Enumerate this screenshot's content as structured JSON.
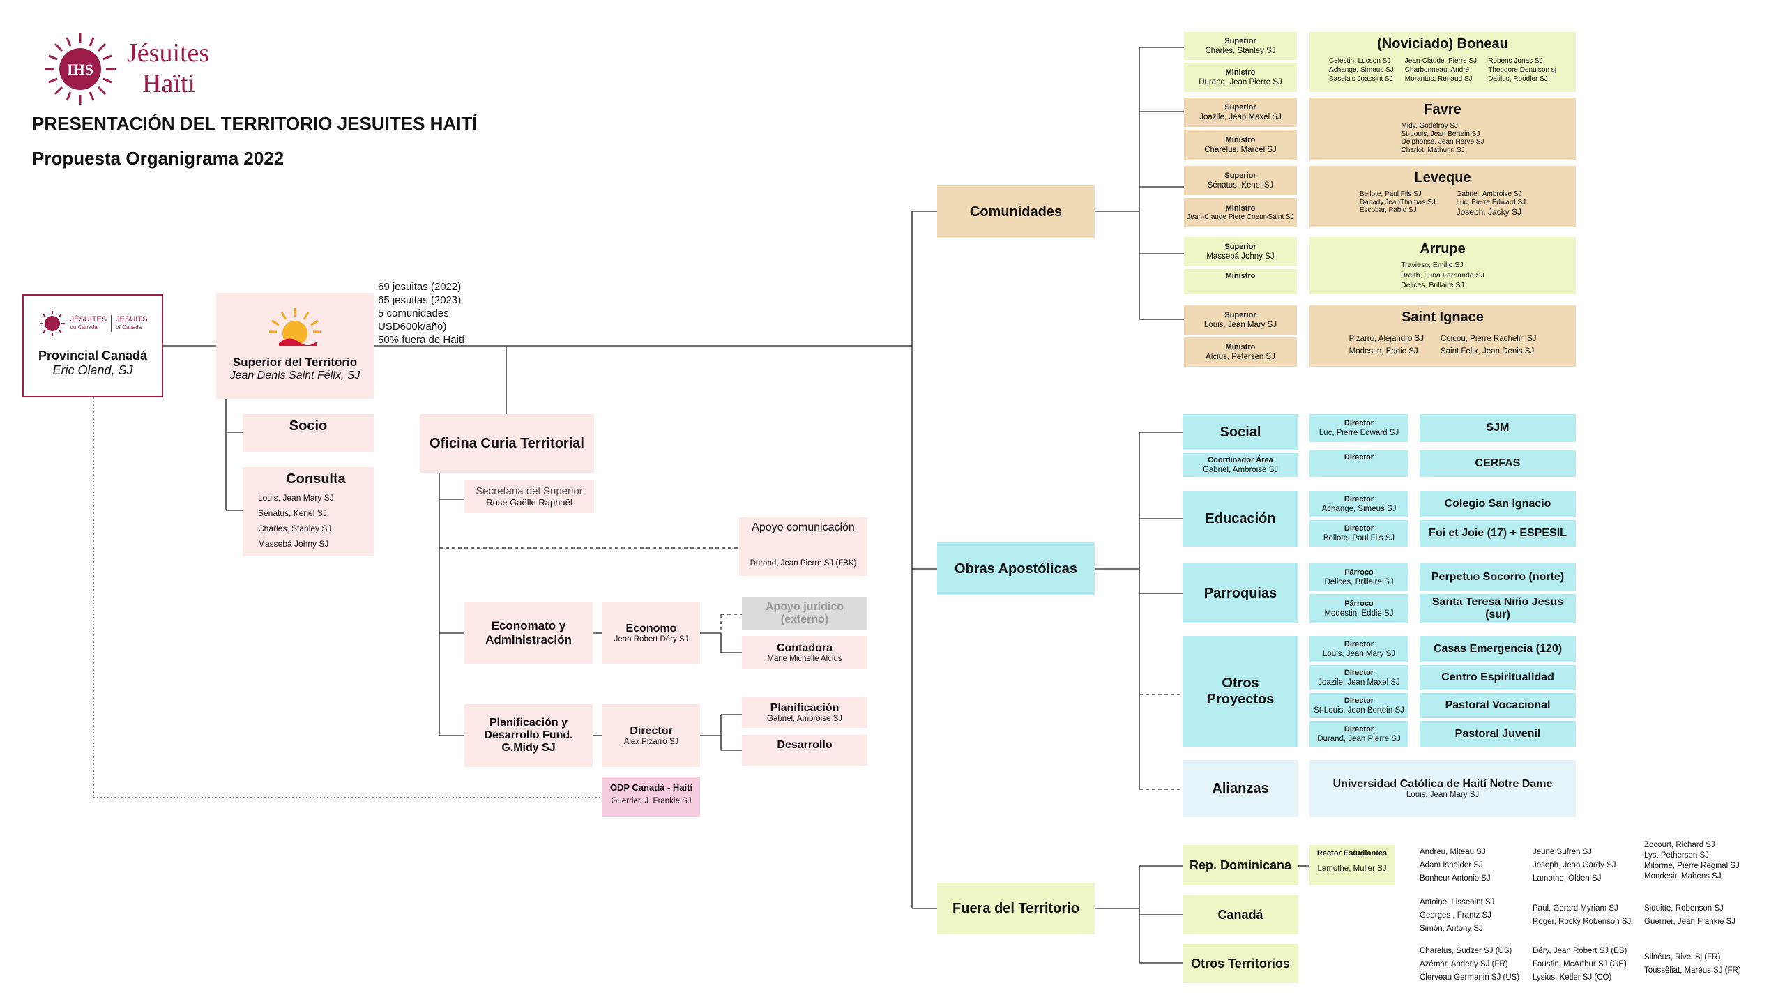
{
  "header": {
    "logo_text_1": "Jésuites",
    "logo_text_2": "Haïti",
    "seal_text": "IHS",
    "title": "PRESENTACIÓN DEL TERRITORIO JESUITES HAITÍ",
    "subtitle": "Propuesta Organigrama 2022"
  },
  "provincial": {
    "logo_a": "JÉSUITES",
    "logo_a_sub": "du Canada",
    "logo_b": "JESUITS",
    "logo_b_sub": "of Canada",
    "title": "Provincial Canadá",
    "name": "Eric Oland, SJ"
  },
  "superior": {
    "title": "Superior del Territorio",
    "name": "Jean Denis Saint Félix, SJ"
  },
  "stats": [
    "69 jesuitas (2022)",
    "65 jesuitas (2023)",
    "5 comunidades",
    "USD600k/año)",
    "50% fuera de Haití"
  ],
  "socio": {
    "title": "Socio"
  },
  "consulta": {
    "title": "Consulta",
    "members": [
      "Louis, Jean Mary SJ",
      "Sénatus, Kenel SJ",
      "Charles, Stanley SJ",
      "Massebá Johny SJ"
    ]
  },
  "curia": {
    "title": "Oficina Curia Territorial"
  },
  "secretaria": {
    "title": "Secretaria del Superior",
    "name": "Rose Gaëlle Raphaël"
  },
  "comunicacion": {
    "title": "Apoyo comunicación",
    "name": "Durand, Jean Pierre SJ (FBK)"
  },
  "economato": {
    "title": "Economato y Administración"
  },
  "economo": {
    "title": "Economo",
    "name": "Jean Robert Déry SJ"
  },
  "juridico": {
    "title": "Apoyo jurídico (externo)"
  },
  "contadora": {
    "title": "Contadora",
    "name": "Marie Michelle Alcius"
  },
  "planificacion_dept": {
    "title": "Planificación y Desarrollo Fund. G.Midy SJ"
  },
  "director_plan": {
    "title": "Director",
    "name": "Alex Pizarro SJ"
  },
  "planificacion": {
    "title": "Planificación",
    "name": "Gabriel, Ambroise SJ"
  },
  "desarrollo": {
    "title": "Desarrollo"
  },
  "odp": {
    "title": "ODP Canadá - Haití",
    "name": "Guerrier, J. Frankie SJ"
  },
  "branches": {
    "comunidades": "Comunidades",
    "obras": "Obras Apostólicas",
    "fuera": "Fuera del Territorio"
  },
  "labels": {
    "superior": "Superior",
    "ministro": "Ministro",
    "director": "Director",
    "coordinador": "Coordinador Área",
    "parroco": "Párroco",
    "rector": "Rector Estudiantes"
  },
  "communities": [
    {
      "name": "(Noviciado) Boneau",
      "superior": "Charles, Stanley SJ",
      "ministro": "Durand, Jean Pierre SJ",
      "members": [
        "Celestin, Lucson SJ",
        "Jean-Claude, Pierre SJ",
        "Robens Jonas SJ",
        "Achange, Simeus SJ",
        "Charbonneau, André",
        "Theodore Denulson sj",
        "Baselais Joassint SJ",
        "Morantus, Renaud SJ",
        "Datilus, Roodler SJ"
      ]
    },
    {
      "name": "Favre",
      "superior": "Joazile, Jean Maxel SJ",
      "ministro": "Charelus, Marcel SJ",
      "members": [
        "Midy, Godefroy SJ",
        "St-Louis, Jean Bertein SJ",
        "Delphonse, Jean Herve SJ",
        "Charlot, Mathurin SJ"
      ]
    },
    {
      "name": "Leveque",
      "superior": "Sénatus, Kenel SJ",
      "ministro": "Jean-Claude Piere Coeur-Saint SJ",
      "members_left": [
        "Bellote, Paul Fils SJ",
        "Dabady,JeanThomas SJ",
        "Escobar, Pablo SJ"
      ],
      "members_right": [
        "Gabriel, Ambroise SJ",
        "Luc, Pierre Edward SJ"
      ],
      "members_extra": "Joseph, Jacky SJ"
    },
    {
      "name": "Arrupe",
      "superior": "Massebá Johny SJ",
      "ministro": "",
      "members": [
        "Travieso, Emilio  SJ",
        "Breith, Luna Fernando SJ",
        "Delices, Brillaire SJ"
      ]
    },
    {
      "name": "Saint Ignace",
      "superior": "Louis, Jean Mary SJ",
      "ministro": "Alcius, Petersen SJ",
      "members": [
        "Pizarro, Alejandro  SJ",
        "Coicou, Pierre Rachelin SJ",
        "Modestin, Eddie  SJ",
        "Saint Felix, Jean Denis SJ"
      ]
    }
  ],
  "obras": {
    "social": {
      "title": "Social",
      "coordinador_name": "Gabriel, Ambroise SJ",
      "rows": [
        {
          "role": "Director",
          "name": "Luc, Pierre Edward SJ",
          "work": "SJM"
        },
        {
          "role": "Director",
          "name": "",
          "work": "CERFAS"
        }
      ]
    },
    "educacion": {
      "title": "Educación",
      "rows": [
        {
          "role": "Director",
          "name": "Achange, Simeus SJ",
          "work": "Colegio San Ignacio"
        },
        {
          "role": "Director",
          "name": "Bellote, Paul Fils SJ",
          "work": "Foi et Joie (17) + ESPESIL"
        }
      ]
    },
    "parroquias": {
      "title": "Parroquias",
      "rows": [
        {
          "role": "Párroco",
          "name": "Delices, Brillaire SJ",
          "work": "Perpetuo Socorro (norte)"
        },
        {
          "role": "Párroco",
          "name": "Modestin, Eddie  SJ",
          "work": "Santa Teresa Niño Jesus (sur)"
        }
      ]
    },
    "otros": {
      "title": "Otros Proyectos",
      "rows": [
        {
          "role": "Director",
          "name": "Louis, Jean Mary SJ",
          "work": "Casas Emergencia (120)"
        },
        {
          "role": "Director",
          "name": "Joazile, Jean Maxel SJ",
          "work": "Centro Espiritualidad"
        },
        {
          "role": "Director",
          "name": "St-Louis, Jean Bertein SJ",
          "work": "Pastoral Vocacional"
        },
        {
          "role": "Director",
          "name": "Durand, Jean Pierre SJ",
          "work": "Pastoral Juvenil"
        }
      ]
    },
    "alianzas": {
      "title": "Alianzas",
      "work": "Universidad Católica de Haití Notre Dame",
      "name": "Louis, Jean Mary SJ"
    }
  },
  "fuera": {
    "rep_dominicana": "Rep. Dominicana",
    "canada": "Canadá",
    "otros": "Otros Territorios",
    "rector_name": "Lamothe, Muller SJ",
    "rd_people": [
      [
        "Andreu,  Miteau SJ",
        "Adam Isnaider SJ",
        "Bonheur Antonio SJ"
      ],
      [
        "Jeune Sufren SJ",
        "Joseph, Jean Gardy SJ",
        "Lamothe, Olden SJ"
      ],
      [
        "Zocourt, Richard  SJ",
        "Lys, Pethersen SJ",
        "Milorme, Pierre Reginal SJ",
        "Mondesir, Mahens SJ"
      ]
    ],
    "ca_people": [
      [
        "Antoine, Lisseaint SJ",
        "Georges , Frantz SJ",
        "Simón, Antony SJ"
      ],
      [
        "Paul, Gerard Myriam SJ",
        "Roger, Rocky Robenson SJ"
      ],
      [
        "Siquitte, Robenson SJ",
        "Guerrier, Jean Frankie SJ"
      ]
    ],
    "ot_people": [
      [
        "Charelus, Sudzer SJ (US)",
        "Azémar, Anderly SJ (FR)",
        "Clerveau Germanin SJ (US)"
      ],
      [
        "Déry, Jean Robert SJ (ES)",
        "Faustin, McArthur SJ (GE)",
        "Lysius, Ketler SJ (CO)"
      ],
      [
        "Silnéus, Rivel Sj (FR)",
        "Toussêliat, Maréus SJ (FR)"
      ]
    ]
  },
  "colors": {
    "accent": "#9b1b4b",
    "line": "#444444"
  }
}
